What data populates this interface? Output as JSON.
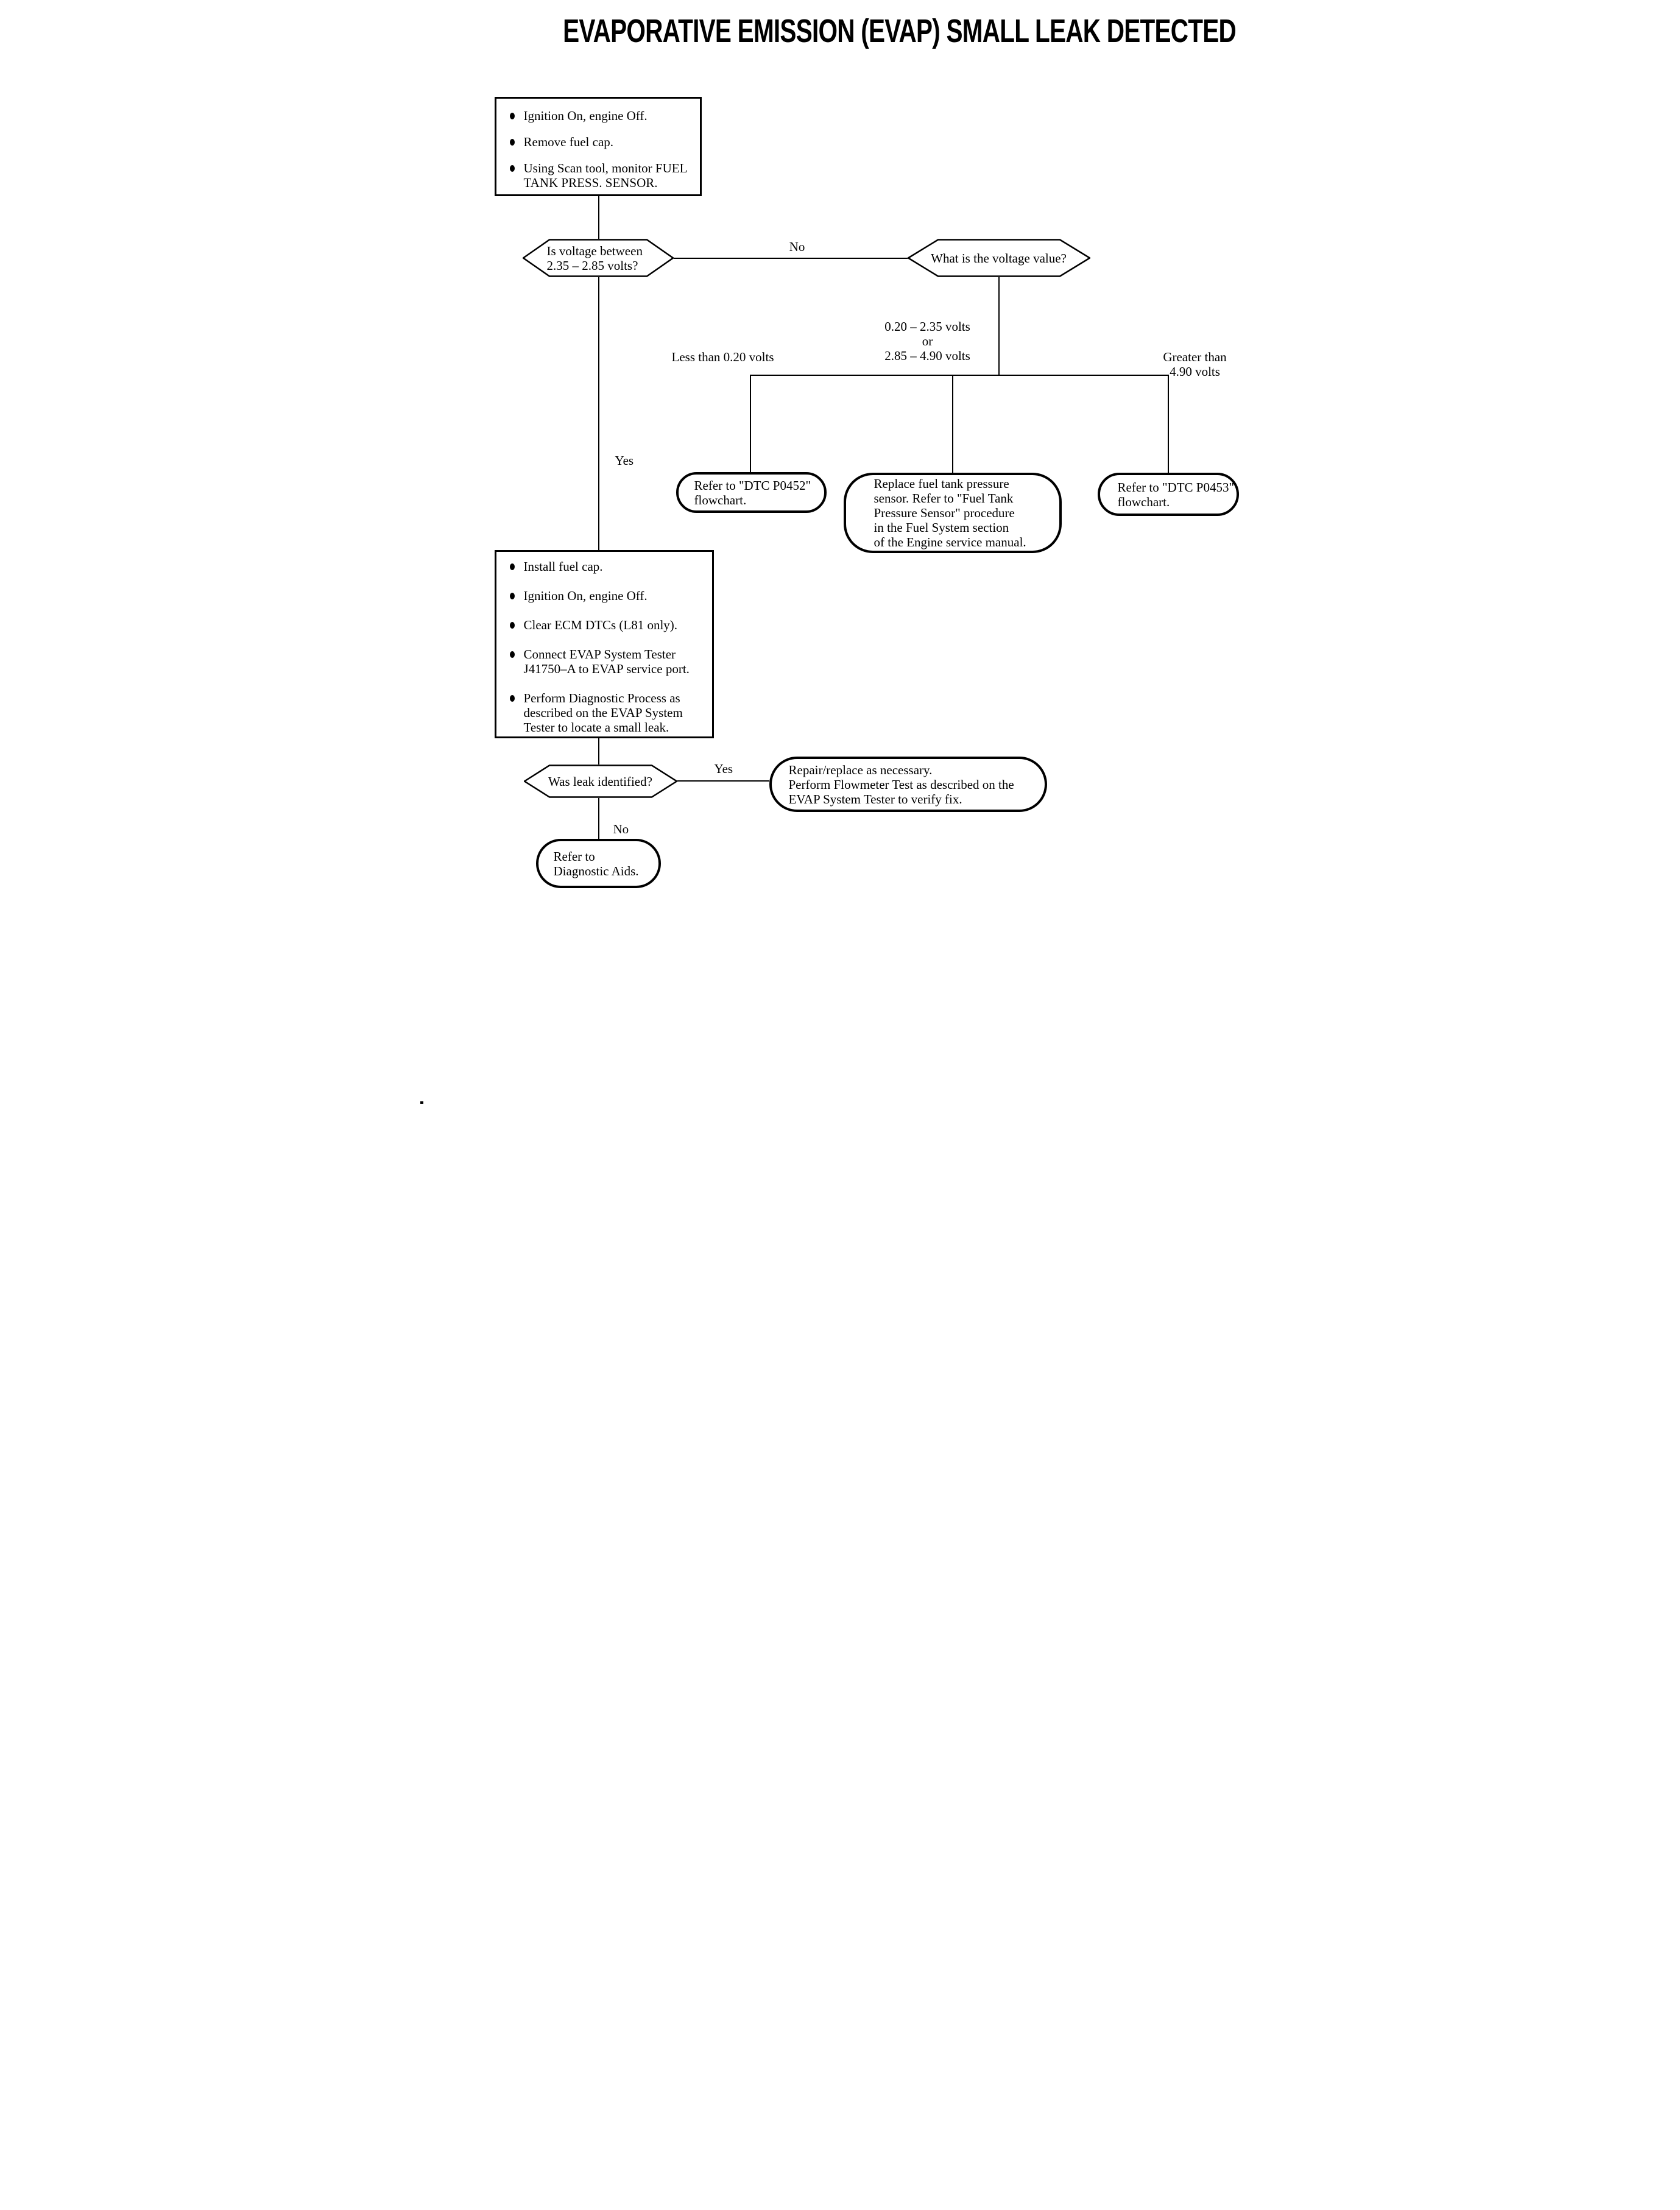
{
  "title": "EVAPORATIVE EMISSION (EVAP) SMALL LEAK DETECTED",
  "flow": {
    "start": {
      "items": [
        "Ignition On, engine Off.",
        "Remove fuel cap.",
        "Using Scan tool, monitor FUEL\nTANK PRESS. SENSOR."
      ]
    },
    "d1": {
      "q": "Is voltage between\n2.35 – 2.85 volts?",
      "yes": "Yes",
      "no": "No"
    },
    "d2": {
      "q": "What is the voltage value?"
    },
    "branches": {
      "low": "Less than 0.20 volts",
      "mid": "0.20 – 2.35 volts\nor\n2.85 – 4.90 volts",
      "high": "Greater than 4.90 volts"
    },
    "p0452": "Refer to \"DTC P0452\"\nflowchart.",
    "sensor": "Replace fuel tank pressure\nsensor. Refer to \"Fuel Tank\nPressure Sensor\" procedure\nin the Fuel System section\nof the Engine service manual.",
    "p0453": "Refer to \"DTC P0453\"\nflowchart.",
    "test": {
      "items": [
        "Install fuel cap.",
        "Ignition On, engine Off.",
        "Clear ECM DTCs (L81 only).",
        "Connect EVAP System Tester\nJ41750–A to EVAP service port.",
        "Perform Diagnostic Process as\ndescribed on the EVAP System\nTester to locate a small leak."
      ]
    },
    "d3": {
      "q": "Was leak identified?",
      "yes": "Yes",
      "no": "No"
    },
    "repair": "Repair/replace as necessary.\nPerform Flowmeter Test as described on the\nEVAP System Tester to verify fix.",
    "aids": "Refer to\nDiagnostic Aids."
  }
}
